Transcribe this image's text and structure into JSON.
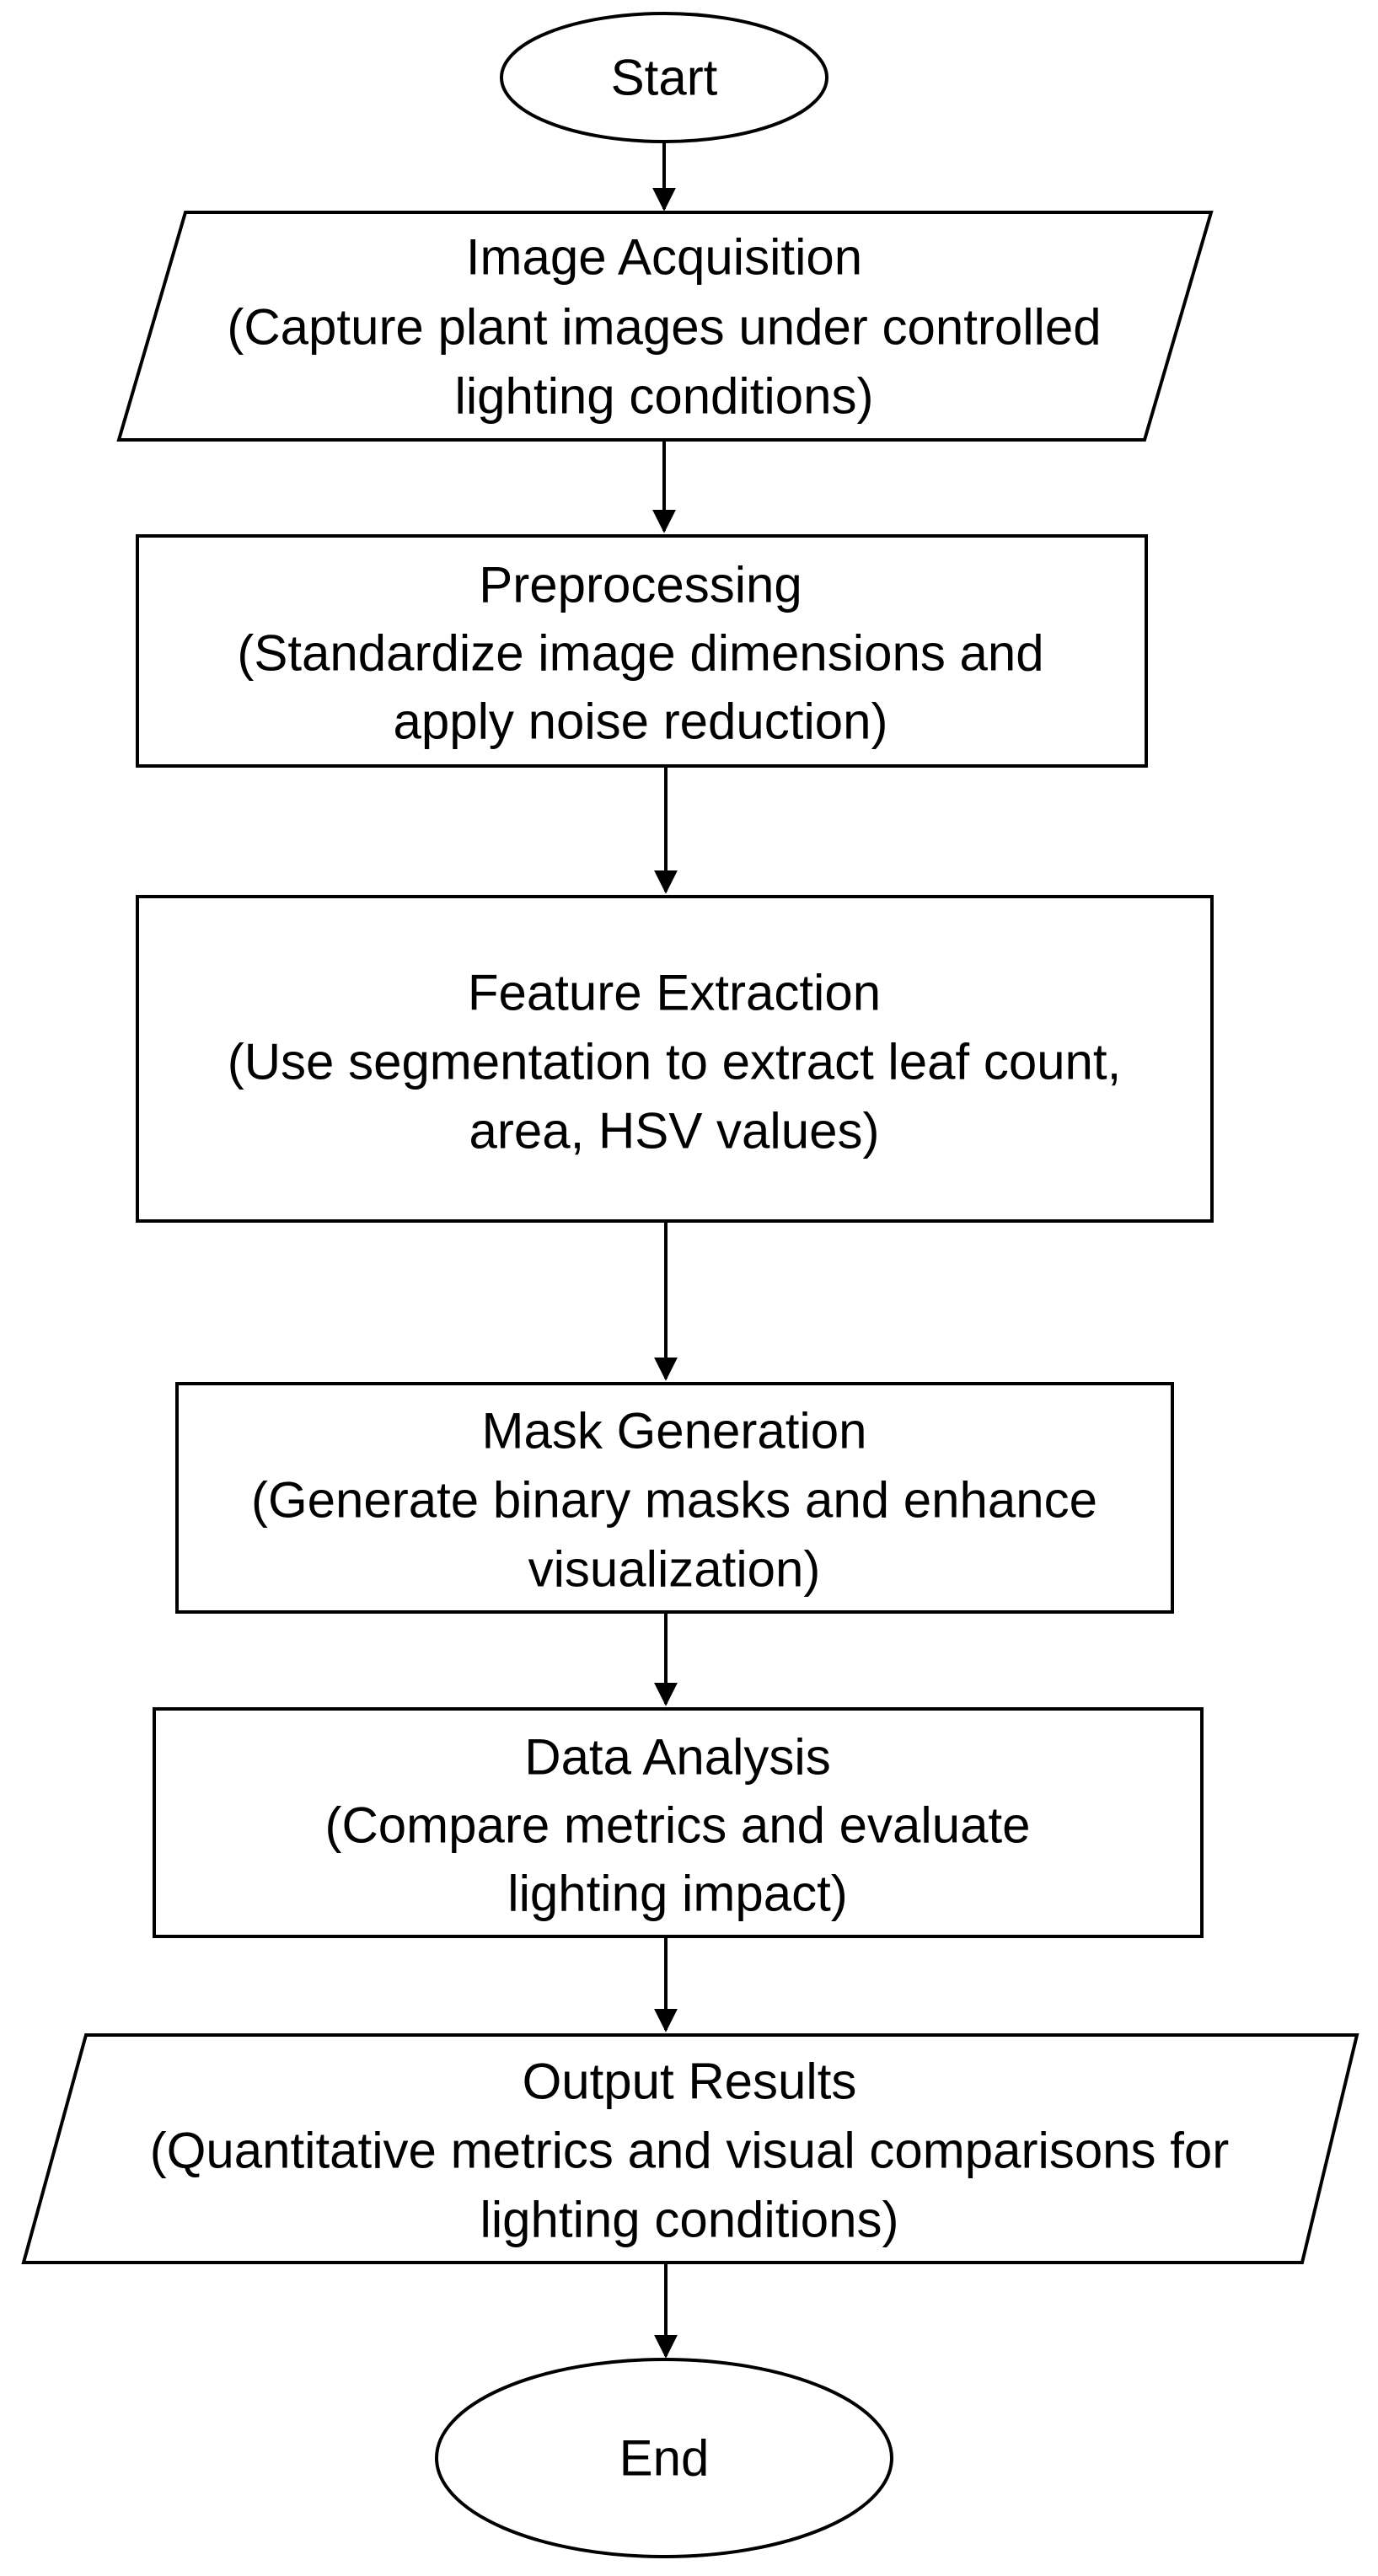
{
  "flowchart": {
    "start": {
      "label": "Start"
    },
    "steps": [
      {
        "shape": "parallelogram",
        "lines": [
          "Image Acquisition",
          "(Capture plant images under controlled",
          "lighting conditions)"
        ]
      },
      {
        "shape": "rectangle",
        "lines": [
          "Preprocessing",
          "(Standardize image dimensions and",
          "apply noise reduction)"
        ]
      },
      {
        "shape": "rectangle",
        "lines": [
          "Feature Extraction",
          "(Use segmentation to extract leaf count,",
          "area, HSV values)"
        ]
      },
      {
        "shape": "rectangle",
        "lines": [
          "Mask Generation",
          "(Generate binary masks and enhance",
          "visualization)"
        ]
      },
      {
        "shape": "rectangle",
        "lines": [
          "Data Analysis",
          "(Compare metrics and evaluate",
          "lighting impact)"
        ]
      },
      {
        "shape": "parallelogram",
        "lines": [
          "Output Results",
          "(Quantitative metrics and visual comparisons for",
          "lighting conditions)"
        ]
      }
    ],
    "end": {
      "label": "End"
    }
  }
}
